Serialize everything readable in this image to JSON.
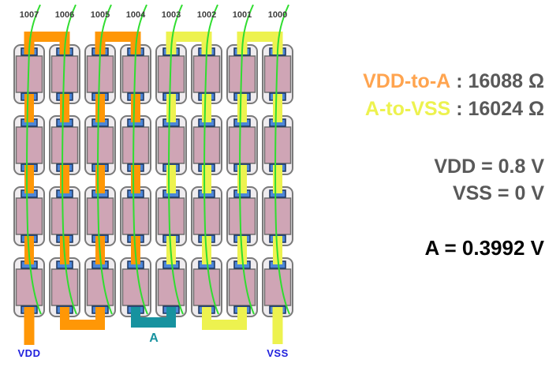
{
  "diagram": {
    "column_labels": [
      "1007",
      "1006",
      "1005",
      "1004",
      "1003",
      "1002",
      "1001",
      "1000"
    ],
    "rows": 4,
    "columns": 8,
    "colors": {
      "orange": "#FF9706",
      "yellow": "#EDF24F",
      "teal": "#17929F",
      "cap_fill": "#EFECEF",
      "cap_stroke": "#7A7A7A",
      "body_fill": "#CFA5B5",
      "body_stroke": "#6F6F6F",
      "contact_fill": "#4C86D8",
      "contact_stroke": "#1C355F",
      "flight_line_green": "#30DD30",
      "terminal_label_blue": "#2020DD",
      "annotation_gray": "#595959",
      "annotation_orange": "#FFA44F",
      "annotation_yellow": "#EDF24F",
      "annotation_black": "#050505"
    },
    "connections": {
      "column_wire_colors": [
        "orange",
        "orange",
        "orange",
        "orange",
        "yellow",
        "yellow",
        "yellow",
        "yellow"
      ],
      "top_bridges": [
        {
          "from": 0,
          "to": 1,
          "color": "orange"
        },
        {
          "from": 2,
          "to": 3,
          "color": "orange"
        },
        {
          "from": 4,
          "to": 5,
          "color": "yellow"
        },
        {
          "from": 6,
          "to": 7,
          "color": "yellow"
        }
      ],
      "bottom_bridges": [
        {
          "from": 1,
          "to": 2,
          "color": "orange"
        },
        {
          "from": 3,
          "to": 4,
          "color": "teal"
        },
        {
          "from": 5,
          "to": 6,
          "color": "yellow"
        }
      ],
      "vdd_column": 0,
      "vss_column": 7
    },
    "terminals": {
      "vdd": "VDD",
      "a": "A",
      "vss": "VSS"
    }
  },
  "annotations": {
    "vdd_to_a_label": "VDD-to-A",
    "vdd_to_a_value": ": 16088 Ω",
    "a_to_vss_label": "A-to-VSS",
    "a_to_vss_value": ": 16024 Ω",
    "vdd_voltage": "VDD = 0.8 V",
    "vss_voltage": "VSS = 0 V",
    "a_voltage": "A = 0.3992 V"
  }
}
